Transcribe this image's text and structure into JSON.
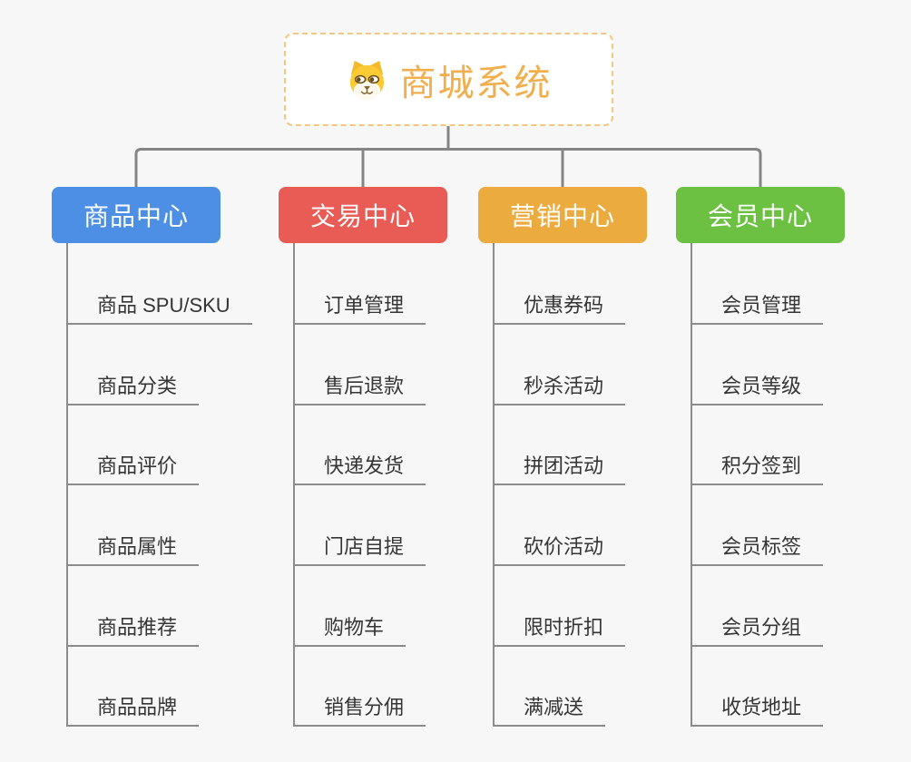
{
  "page": {
    "background": "#f7f7f7",
    "connector_color": "#858585",
    "underline_color": "#8c8c8c",
    "item_text_color": "#353535"
  },
  "root": {
    "title": "商城系统",
    "icon": "dog-icon",
    "title_color": "#f0ae4c",
    "border_color": "#f4c77c",
    "background": "#ffffff"
  },
  "branches": [
    {
      "label": "商品中心",
      "color": "#4d8fe4",
      "items": [
        "商品 SPU/SKU",
        "商品分类",
        "商品评价",
        "商品属性",
        "商品推荐",
        "商品品牌"
      ]
    },
    {
      "label": "交易中心",
      "color": "#e95b55",
      "items": [
        "订单管理",
        "售后退款",
        "快递发货",
        "门店自提",
        "购物车",
        "销售分佣"
      ]
    },
    {
      "label": "营销中心",
      "color": "#ecab3f",
      "items": [
        "优惠券码",
        "秒杀活动",
        "拼团活动",
        "砍价活动",
        "限时折扣",
        "满减送"
      ]
    },
    {
      "label": "会员中心",
      "color": "#6cc142",
      "items": [
        "会员管理",
        "会员等级",
        "积分签到",
        "会员标签",
        "会员分组",
        "收货地址"
      ]
    }
  ]
}
